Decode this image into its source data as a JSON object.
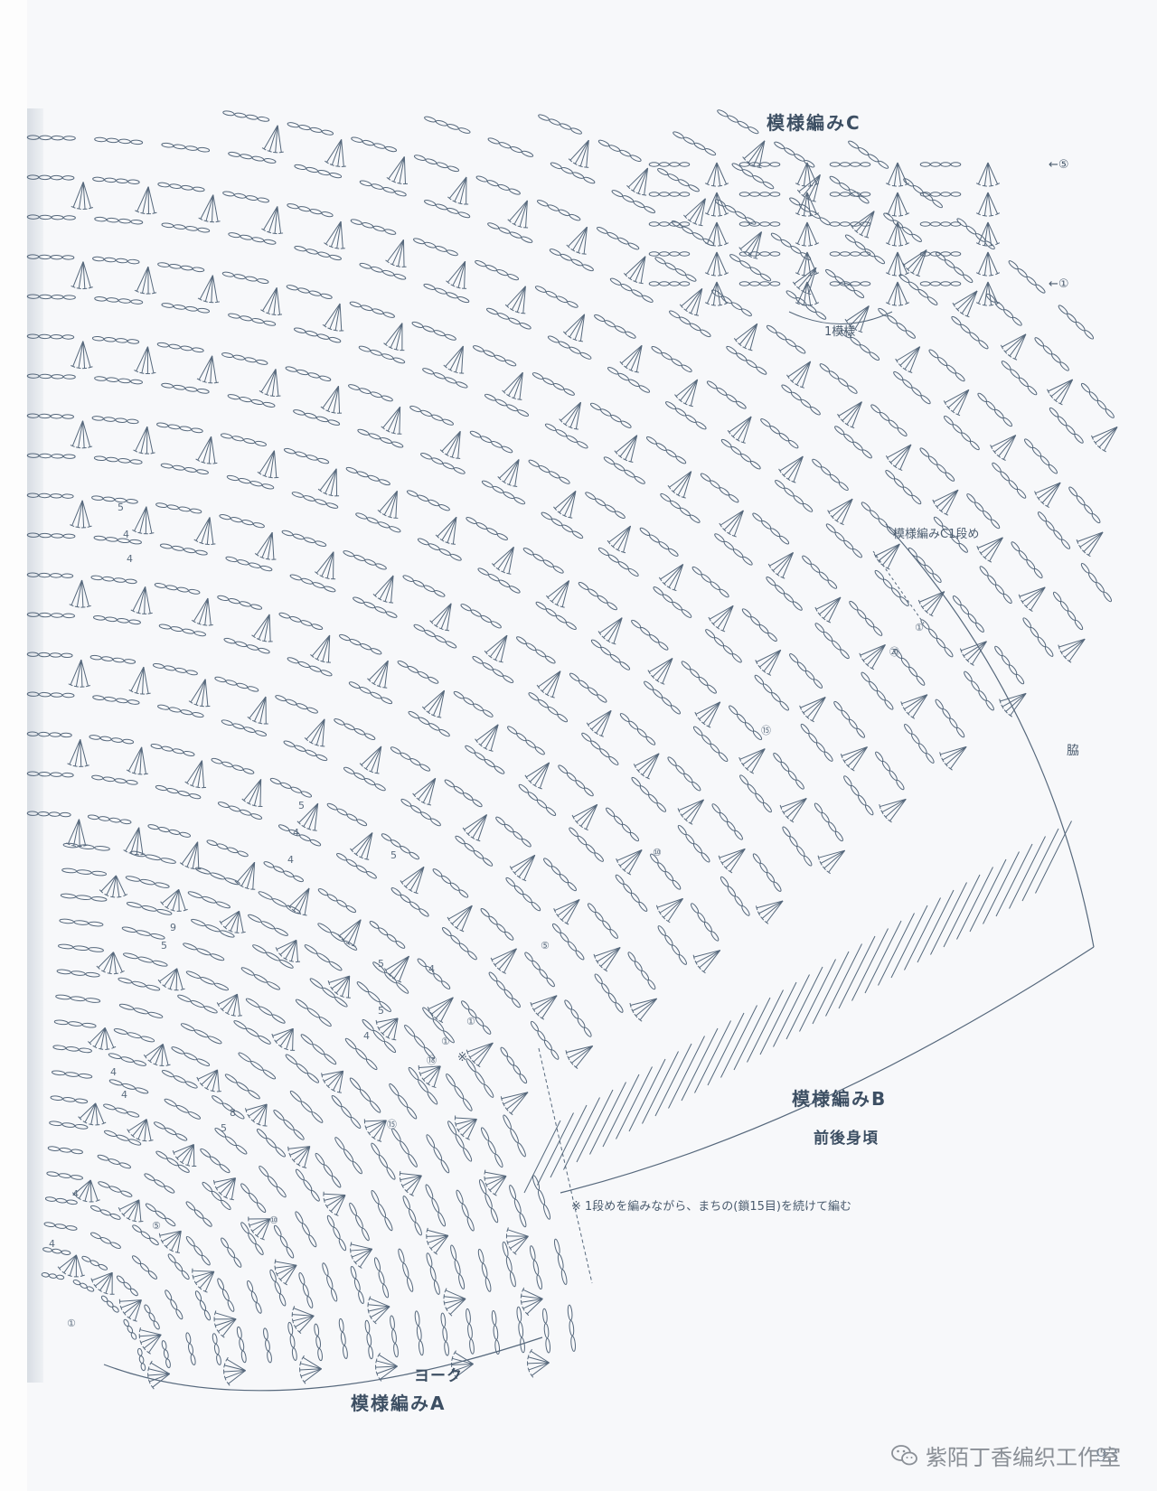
{
  "pattern_c": {
    "title": "模様編みC",
    "row_top": "←⑤",
    "row_bottom": "←①",
    "repeat_label": "1模様"
  },
  "body": {
    "side_note": "模様編みC1段め",
    "side_label": "脇",
    "title": "模様編みB",
    "subtitle": "前後身頃",
    "footnote": "※ 1段めを編みながら、まちの(鎖15目)を続けて編む",
    "mark": "※"
  },
  "yoke": {
    "label": "ヨーク",
    "title": "模様編みA"
  },
  "row_numbers": {
    "r1": "①",
    "r5": "⑤",
    "r10": "⑩",
    "r15": "⑮",
    "r18": "⑱",
    "r20": "⑳"
  },
  "motif_numbers": {
    "n4": "4",
    "n5": "5",
    "n8": "8",
    "n9": "9"
  },
  "page_number": "93",
  "watermark": "紫陌丁香编织工作室",
  "colors": {
    "ink": "#3d4f63",
    "paper": "#f7f8fa"
  }
}
